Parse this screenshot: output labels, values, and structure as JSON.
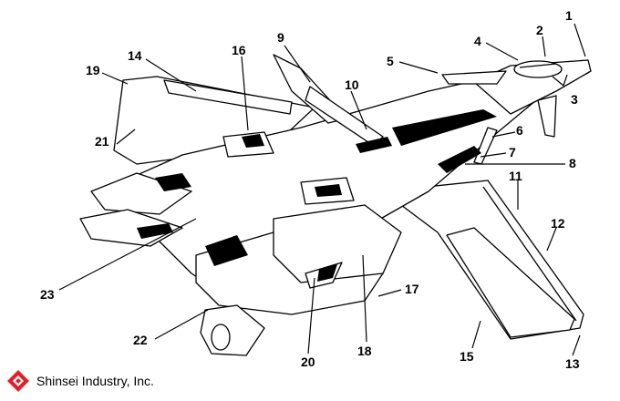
{
  "callouts": {
    "c1": "1",
    "c2": "2",
    "c3": "3",
    "c4": "4",
    "c5": "5",
    "c6": "6",
    "c7": "7",
    "c8": "8",
    "c9": "9",
    "c10": "10",
    "c11": "11",
    "c12": "12",
    "c13": "13",
    "c14": "14",
    "c15": "15",
    "c16": "16",
    "c17": "17",
    "c18": "18",
    "c19": "19",
    "c20": "20",
    "c21": "21",
    "c22": "22",
    "c23": "23"
  },
  "credit": {
    "text": "Shinsei Industry, Inc.",
    "logo_icon": "shinsei-logo-icon",
    "logo_color": "#e0202a"
  },
  "colors": {
    "ink": "#000000",
    "paper": "#ffffff"
  }
}
